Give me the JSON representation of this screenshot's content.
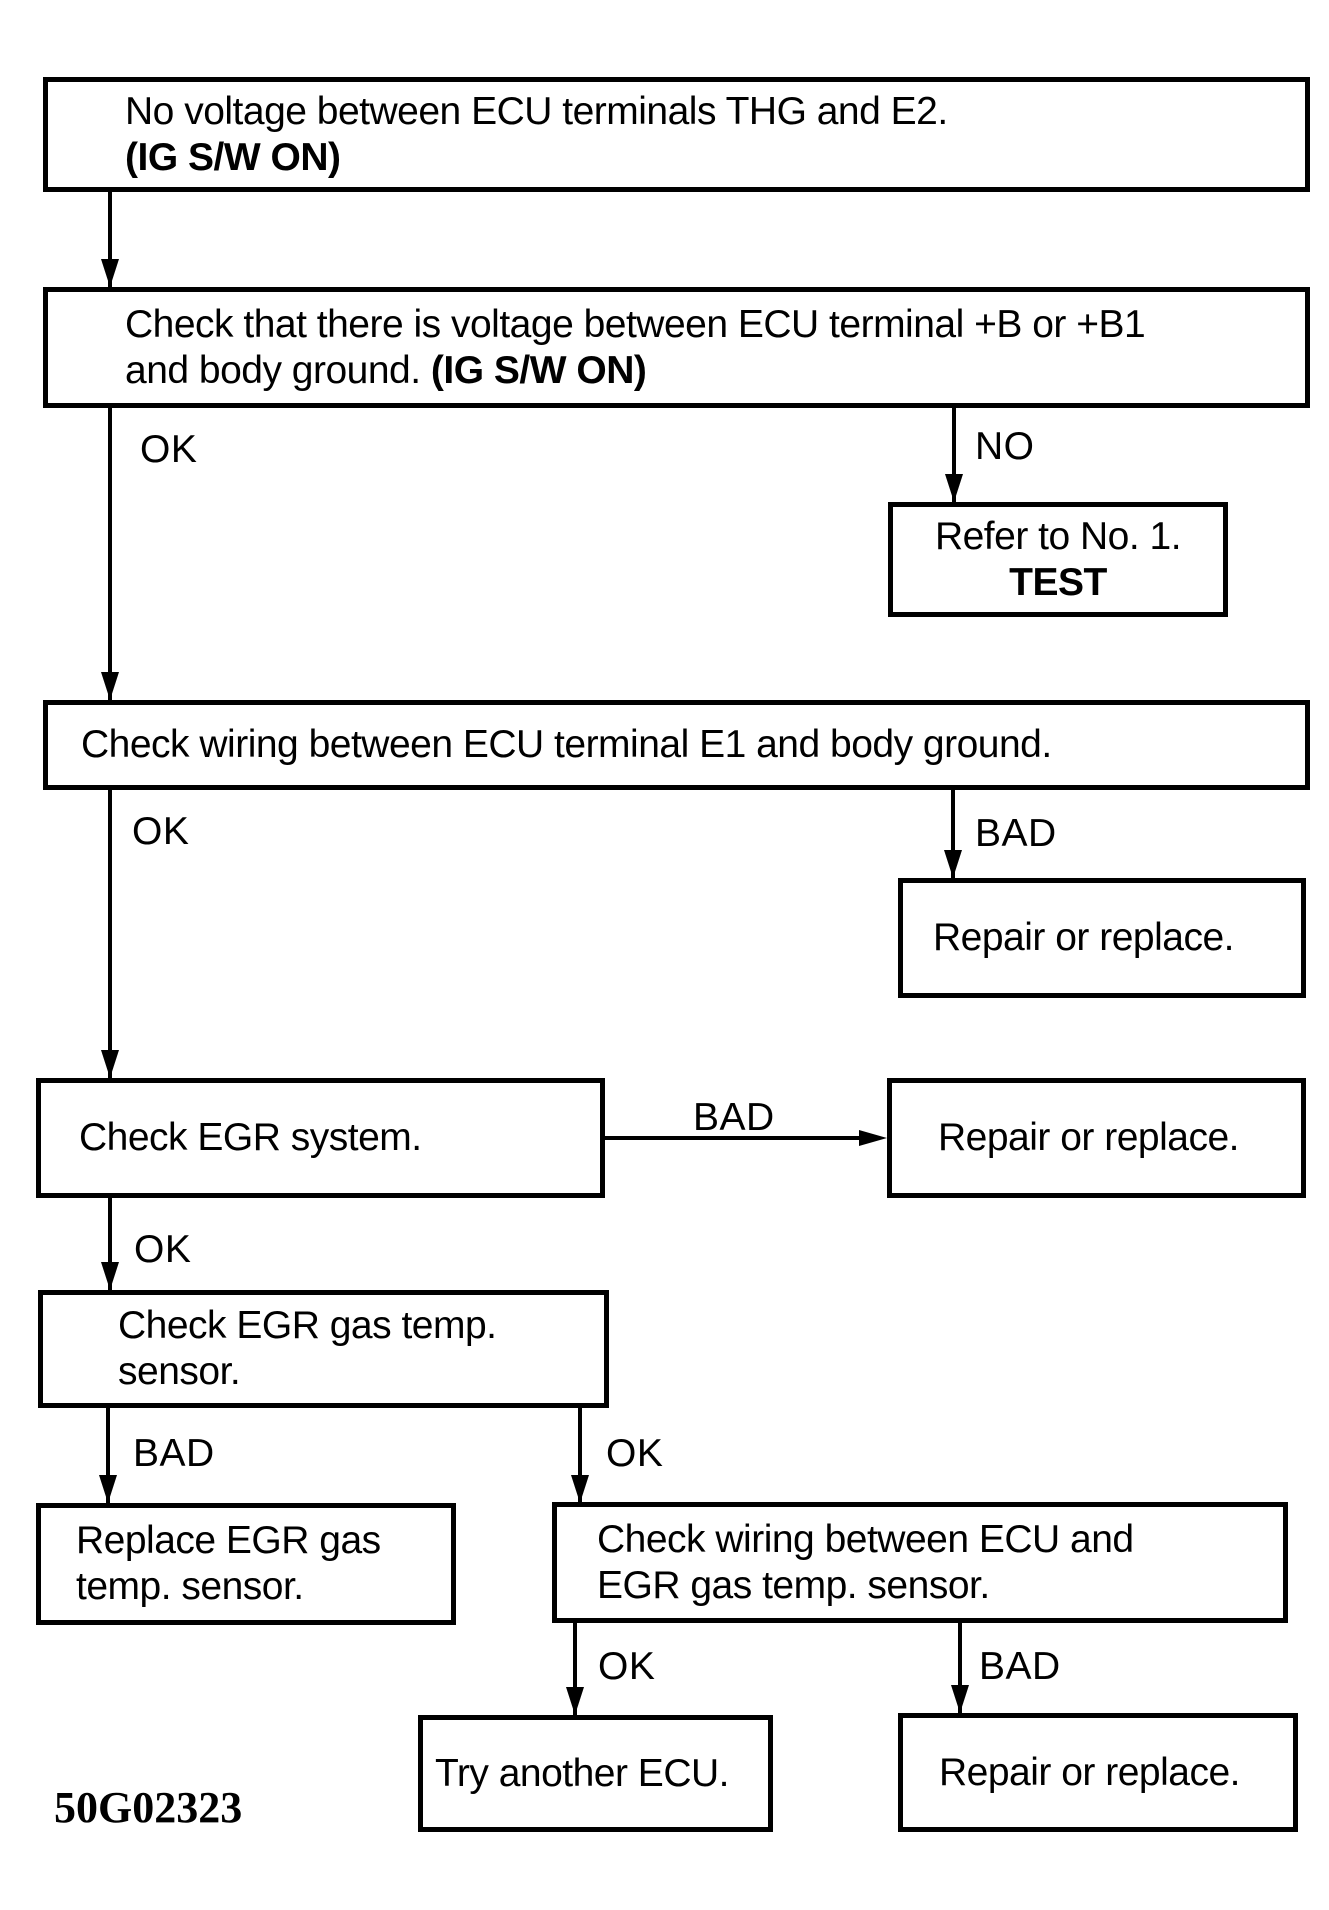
{
  "figure_code": "50G02323",
  "labels": {
    "ok": "OK",
    "no": "NO",
    "bad": "BAD"
  },
  "nodes": {
    "start": {
      "line1": "No voltage between ECU terminals THG and E2.",
      "line2": "(IG S/W ON)"
    },
    "check_voltage": {
      "line1": "Check that there is voltage between ECU terminal +B or +B1",
      "line2_normal": "and body ground. ",
      "line2_bold": "(IG S/W ON)"
    },
    "refer_test": {
      "line1": "Refer to No. 1.",
      "line2": "TEST"
    },
    "check_wiring_e1": {
      "text": "Check wiring between ECU terminal E1 and body ground."
    },
    "repair_1": {
      "text": "Repair or replace."
    },
    "check_egr_system": {
      "text": "Check EGR system."
    },
    "repair_2": {
      "text": "Repair or replace."
    },
    "check_egr_sensor": {
      "line1": "Check EGR gas temp.",
      "line2": "sensor."
    },
    "replace_egr_sensor": {
      "line1": "Replace EGR gas",
      "line2": "temp. sensor."
    },
    "check_wiring_sensor": {
      "line1": "Check wiring between ECU and",
      "line2": "EGR gas temp. sensor."
    },
    "try_another_ecu": {
      "text": "Try another ECU."
    },
    "repair_3": {
      "text": "Repair or replace."
    }
  }
}
